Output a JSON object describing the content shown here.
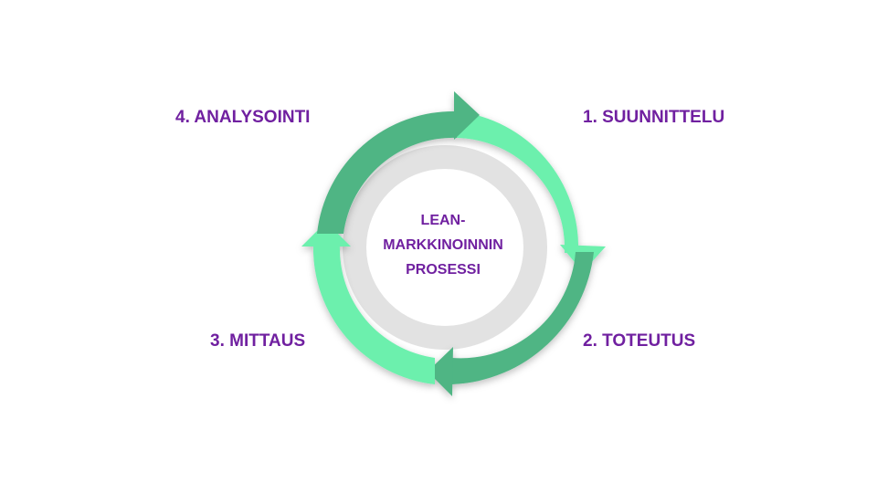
{
  "diagram": {
    "center_title_lines": [
      "LEAN-",
      "MARKKINOINNIN",
      "PROSESSI"
    ],
    "steps": [
      {
        "label": "1. SUUNNITTELU"
      },
      {
        "label": "2. TOTEUTUS"
      },
      {
        "label": "3. MITTAUS"
      },
      {
        "label": "4. ANALYSOINTI"
      }
    ],
    "colors": {
      "label_text": "#7020a0",
      "arrow_light": "#6cf0ad",
      "arrow_dark": "#4fb584",
      "inner_ring": "#e2e2e2",
      "center_fill": "#ffffff"
    }
  }
}
